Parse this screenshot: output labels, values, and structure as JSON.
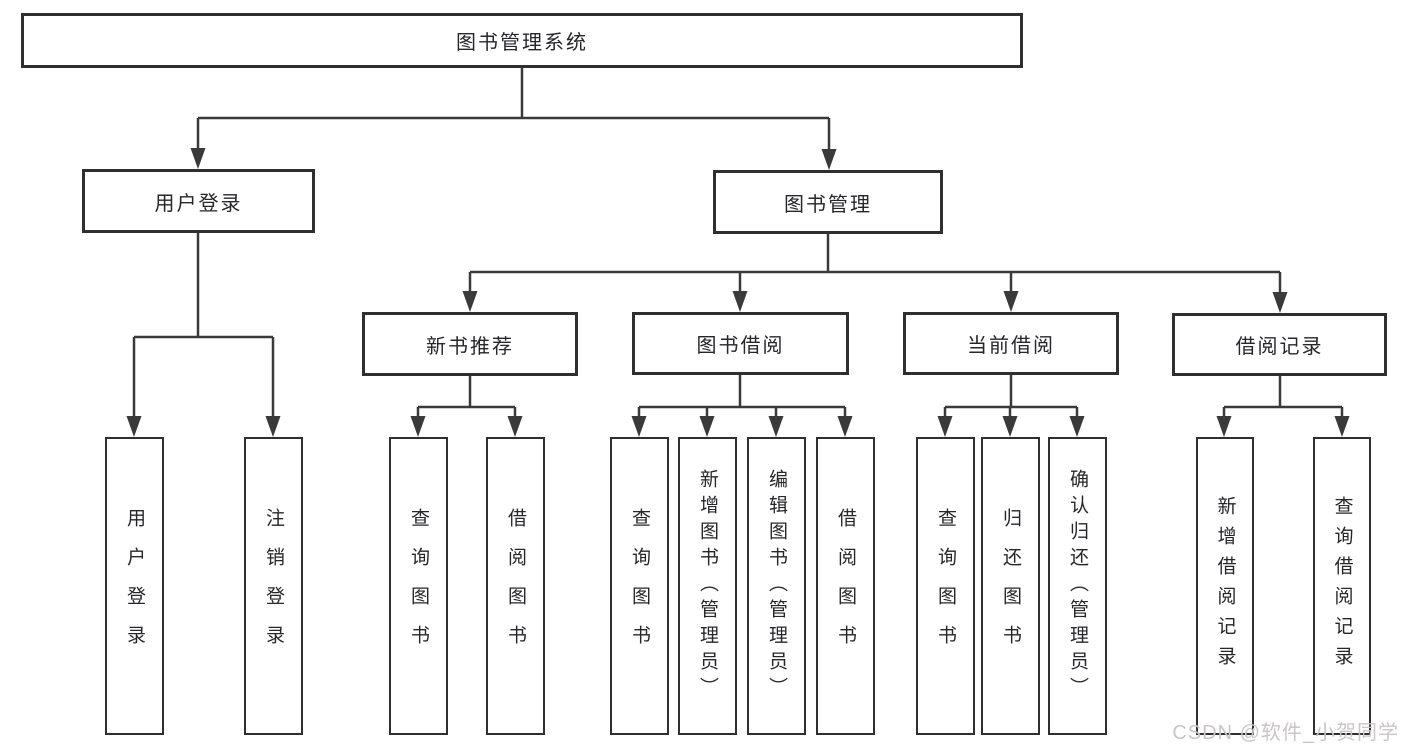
{
  "diagram": {
    "type": "tree",
    "title": "图书管理系统",
    "hierarchy": {
      "label": "图书管理系统",
      "children": [
        {
          "label": "用户登录",
          "children": [
            {
              "label": "用户登录"
            },
            {
              "label": "注销登录"
            }
          ]
        },
        {
          "label": "图书管理",
          "children": [
            {
              "label": "新书推荐",
              "children": [
                {
                  "label": "查询图书"
                },
                {
                  "label": "借阅图书"
                }
              ]
            },
            {
              "label": "图书借阅",
              "children": [
                {
                  "label": "查询图书"
                },
                {
                  "label": "新增图书（管理员）"
                },
                {
                  "label": "编辑图书（管理员）"
                },
                {
                  "label": "借阅图书"
                }
              ]
            },
            {
              "label": "当前借阅",
              "children": [
                {
                  "label": "查询图书"
                },
                {
                  "label": "归还图书"
                },
                {
                  "label": "确认归还（管理员）"
                }
              ]
            },
            {
              "label": "借阅记录",
              "children": [
                {
                  "label": "新增借阅记录"
                },
                {
                  "label": "查询借阅记录"
                }
              ]
            }
          ]
        }
      ]
    }
  },
  "watermark": {
    "text": "CSDN @软件_小贺同学",
    "color": "#ccc5c5"
  },
  "colors": {
    "background": "#ffffff",
    "box_border": "#2f2f2f",
    "connector_line": "#3a3a3a",
    "text": "#26262b",
    "watermark": "#ccc5c5"
  }
}
